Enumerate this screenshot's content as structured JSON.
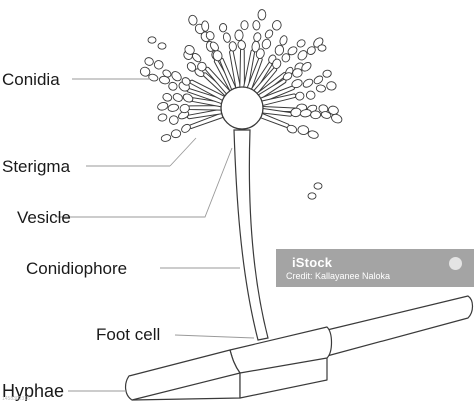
{
  "labels": {
    "conidia": "Conidia",
    "sterigma": "Sterigma",
    "vesicle": "Vesicle",
    "conidiophore": "Conidiophore",
    "foot_cell": "Foot cell",
    "hyphae": "Hyphae"
  },
  "watermark": {
    "logo": "iStock",
    "credit": "Credit: Kallayanee Naloka",
    "corner_id": "1458302316"
  },
  "colors": {
    "line": "#3a3a3a",
    "leader": "#9a9a9a",
    "fill": "#ffffff"
  }
}
